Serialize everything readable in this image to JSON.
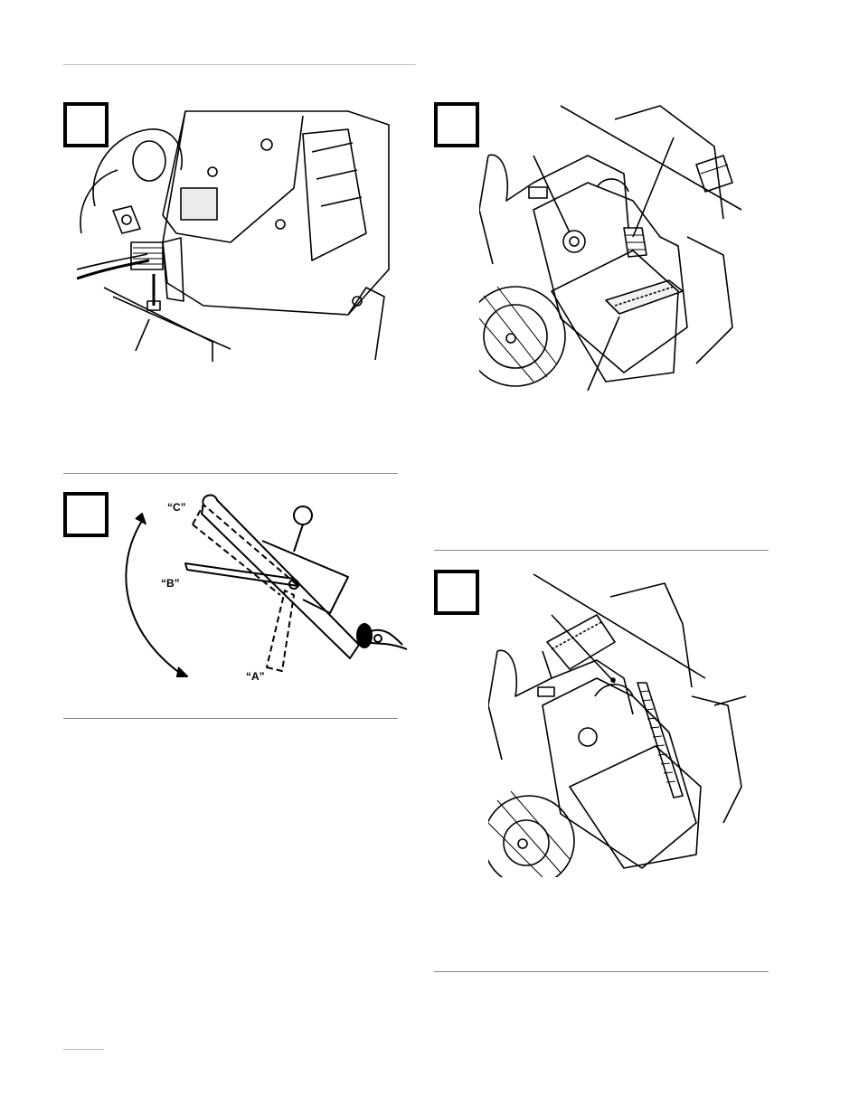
{
  "figures": [
    {
      "id": "fig1",
      "description_visible": false
    },
    {
      "id": "fig2",
      "description_visible": false
    },
    {
      "id": "fig3",
      "labels": {
        "c": "“C”",
        "b": "“B”",
        "a": "“A”"
      }
    },
    {
      "id": "fig4",
      "description_visible": false
    }
  ]
}
